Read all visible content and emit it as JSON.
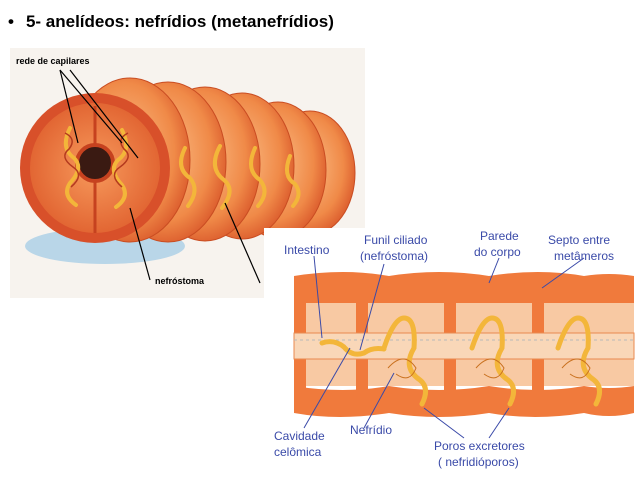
{
  "title": {
    "bullet": "•",
    "text": "5- anelídeos: nefrídios (metanefrídios)"
  },
  "figure1": {
    "labels": {
      "capillaries": "rede de capilares",
      "nephrostome": "nefróstoma"
    }
  },
  "figure2": {
    "labels": {
      "intestine": "Intestino",
      "funnel_line1": "Funil ciliado",
      "funnel_line2": "(nefróstoma)",
      "wall_line1": "Parede",
      "wall_line2": "do corpo",
      "septum_line1": "Septo entre",
      "septum_line2": "metâmeros",
      "cavity_line1": "Cavidade",
      "cavity_line2": "celômica",
      "nephridium": "Nefrídio",
      "pores_line1": "Poros excretores",
      "pores_line2": "( nefridióporos)"
    }
  },
  "colors": {
    "body_orange": "#f07a3c",
    "body_light": "#f8b57a",
    "label_blue": "#3a4aa8",
    "nephridium_yellow": "#f3b63a"
  }
}
